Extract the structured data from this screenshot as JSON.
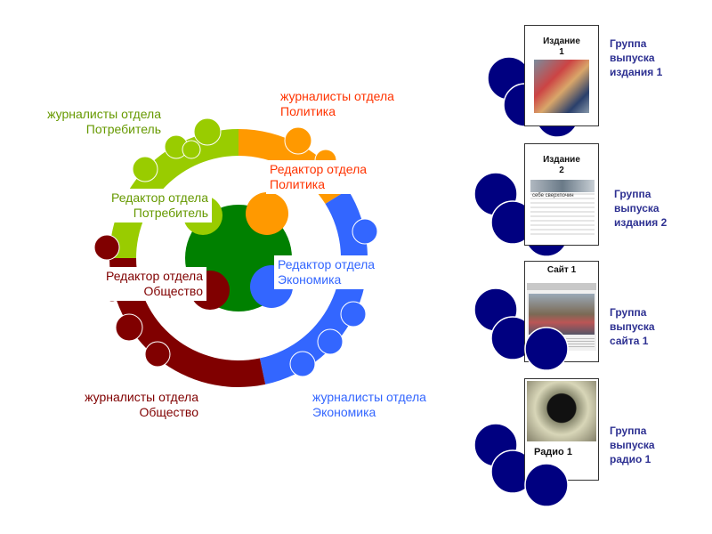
{
  "colors": {
    "green": "#99cc00",
    "dark_green": "#008000",
    "orange": "#ff9900",
    "blue": "#3366ff",
    "dark_red": "#800000",
    "navy": "#000080",
    "group_text": "#2e3192"
  },
  "ring": {
    "segments": [
      {
        "name": "potrebitel",
        "color": "#99cc00"
      },
      {
        "name": "politika",
        "color": "#ff9900"
      },
      {
        "name": "ekonomika",
        "color": "#3366ff"
      },
      {
        "name": "obshchestvo",
        "color": "#800000"
      }
    ]
  },
  "labels": {
    "journalists_potrebitel": {
      "line1": "журналисты отдела",
      "line2": "Потребитель"
    },
    "journalists_politika": {
      "line1": "журналисты отдела",
      "line2": "Политика"
    },
    "editor_politika": {
      "line1": "Редактор отдела",
      "line2": "Политика"
    },
    "editor_potrebitel": {
      "line1": "Редактор отдела",
      "line2": "Потребитель"
    },
    "editor_ekonomika": {
      "line1": "Редактор отдела",
      "line2": "Экономика"
    },
    "editor_obshchestvo": {
      "line1": "Редактор отдела",
      "line2": "Общество"
    },
    "journalists_obshchestvo": {
      "line1": "журналисты отдела",
      "line2": "Общество"
    },
    "journalists_ekonomika": {
      "line1": "журналисты отдела",
      "line2": "Экономика"
    }
  },
  "groups": [
    {
      "card_title_1": "Издание",
      "card_title_2": "1",
      "line1": "Группа",
      "line2": "выпуска",
      "line3": "издания 1"
    },
    {
      "card_title_1": "Издание",
      "card_title_2": "2",
      "line1": "Группа",
      "line2": "выпуска",
      "line3": "издания 2",
      "snippet": "себе сверхпочин"
    },
    {
      "card_title_1": "Сайт 1",
      "card_title_2": "",
      "line1": "Группа",
      "line2": "выпуска",
      "line3": "сайта 1"
    },
    {
      "card_title_1": "Радио 1",
      "card_title_2": "",
      "line1": "Группа",
      "line2": "выпуска",
      "line3": "радио 1"
    }
  ]
}
